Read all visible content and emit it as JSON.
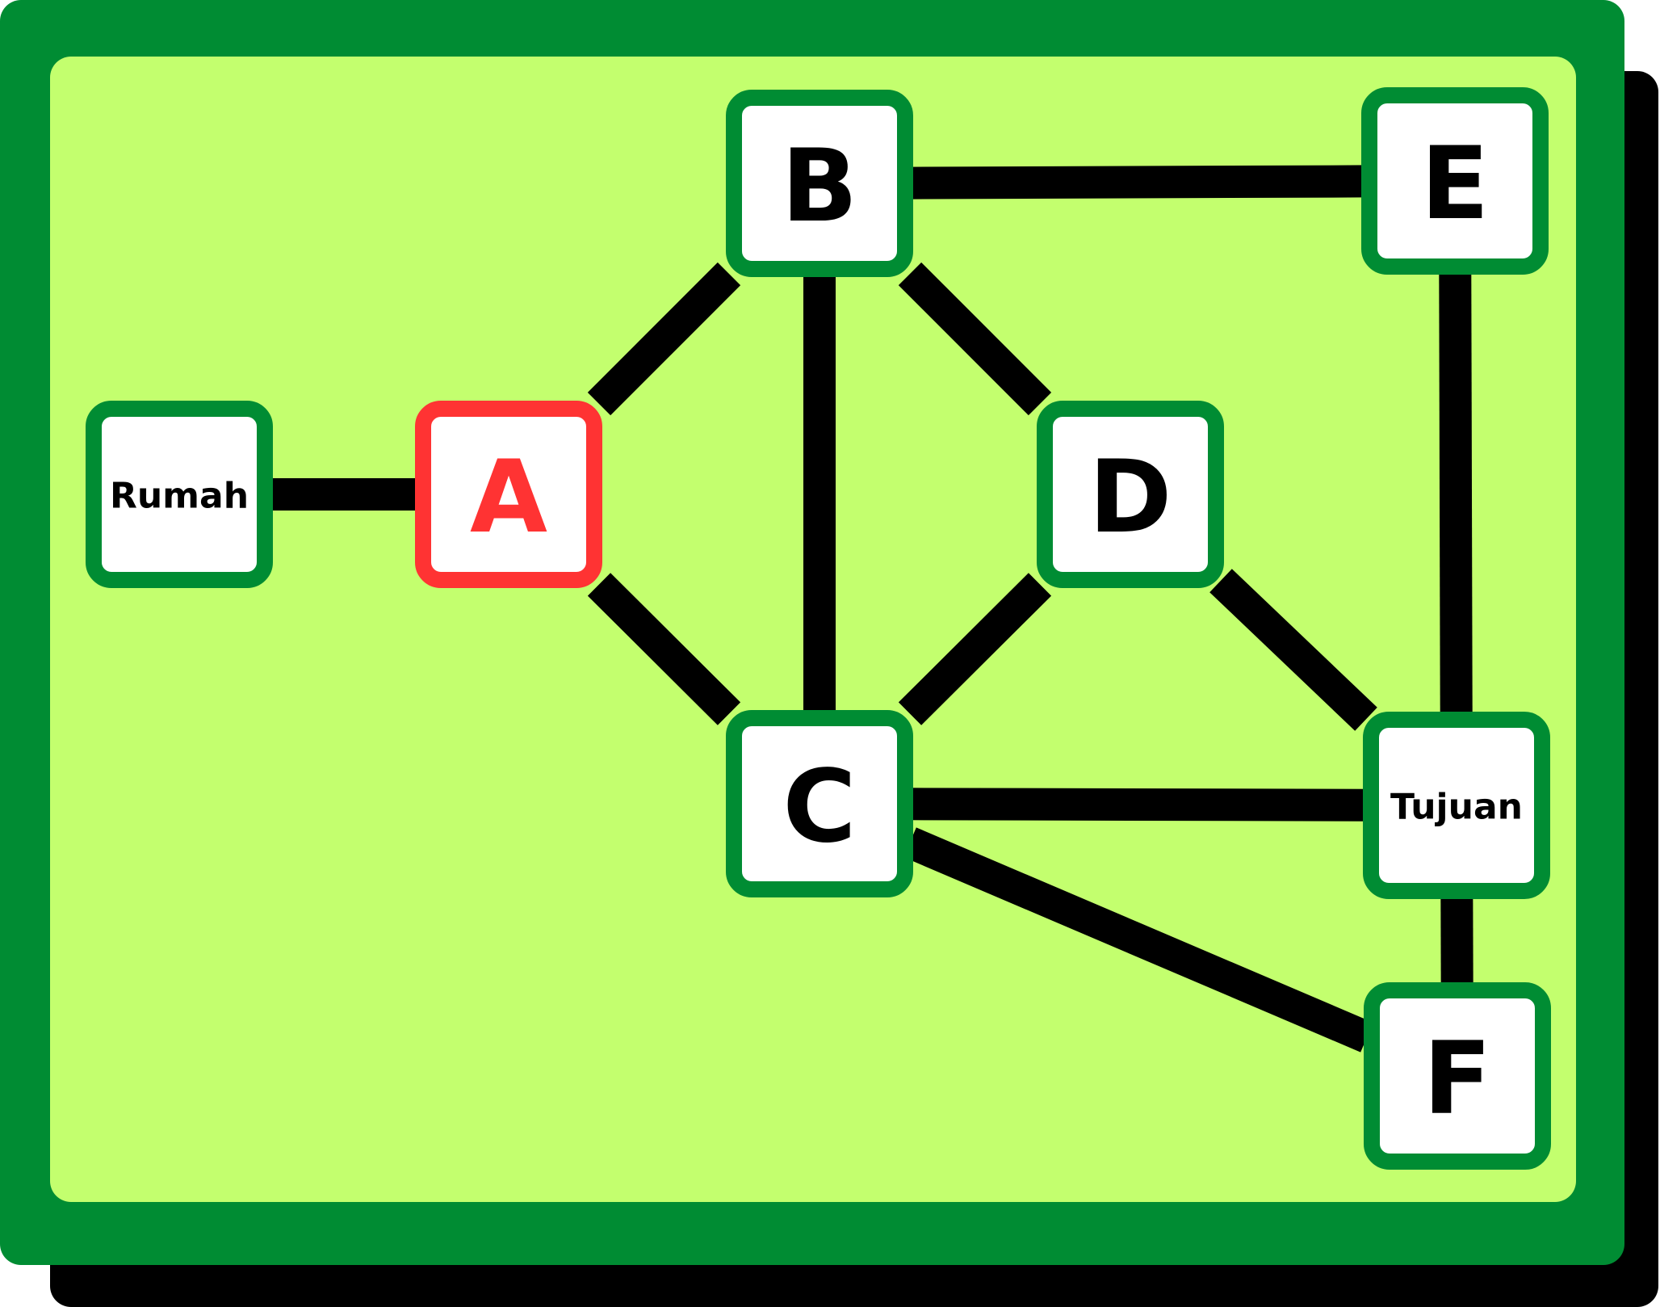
{
  "colors": {
    "frame": "#008c33",
    "canvas": "#c3ff6e",
    "shadow": "#000000",
    "node_border": "#008c33",
    "node_fill": "#ffffff",
    "edge": "#000000",
    "highlight": "#ff3333",
    "text": "#000000"
  },
  "nodes": [
    {
      "id": "rumah",
      "label": "Rumah",
      "highlighted": false
    },
    {
      "id": "a",
      "label": "A",
      "highlighted": true
    },
    {
      "id": "b",
      "label": "B",
      "highlighted": false
    },
    {
      "id": "c",
      "label": "C",
      "highlighted": false
    },
    {
      "id": "d",
      "label": "D",
      "highlighted": false
    },
    {
      "id": "e",
      "label": "E",
      "highlighted": false
    },
    {
      "id": "tujuan",
      "label": "Tujuan",
      "highlighted": false
    },
    {
      "id": "f",
      "label": "F",
      "highlighted": false
    }
  ],
  "edges": [
    {
      "from": "rumah",
      "to": "a"
    },
    {
      "from": "a",
      "to": "b"
    },
    {
      "from": "a",
      "to": "c"
    },
    {
      "from": "b",
      "to": "c"
    },
    {
      "from": "b",
      "to": "d"
    },
    {
      "from": "b",
      "to": "e"
    },
    {
      "from": "c",
      "to": "d"
    },
    {
      "from": "c",
      "to": "tujuan"
    },
    {
      "from": "c",
      "to": "f"
    },
    {
      "from": "d",
      "to": "tujuan"
    },
    {
      "from": "e",
      "to": "tujuan"
    },
    {
      "from": "tujuan",
      "to": "f"
    }
  ]
}
